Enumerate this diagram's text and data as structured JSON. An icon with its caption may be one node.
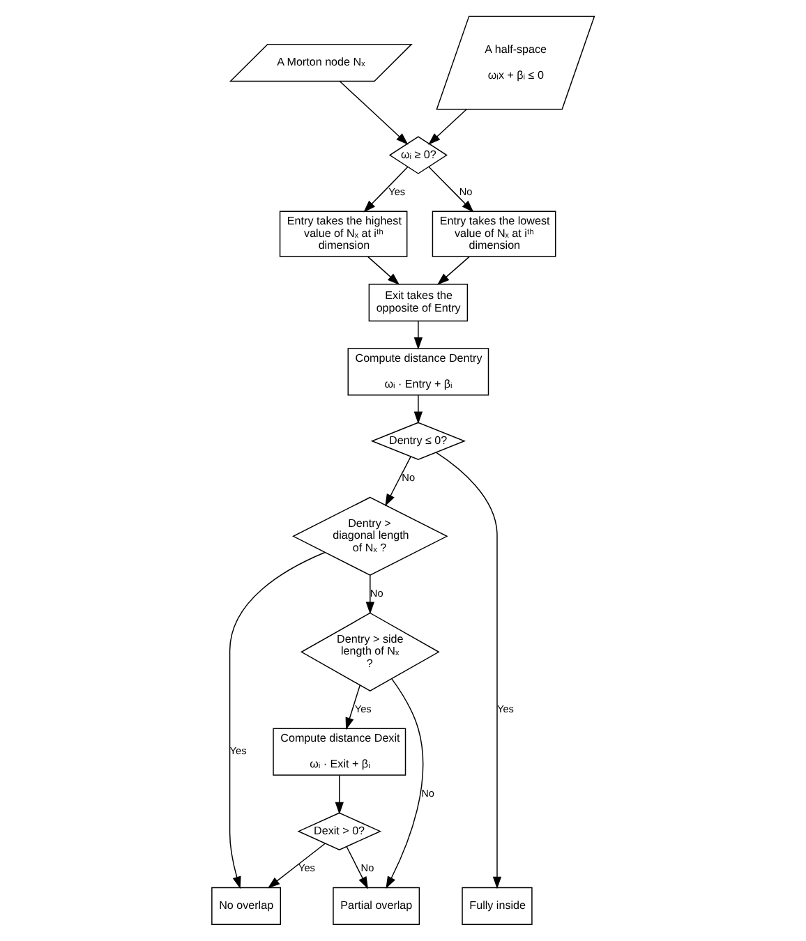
{
  "diagram": {
    "nodes": [
      {
        "text": [
          "A Morton node Nₓ"
        ]
      },
      {
        "text": [
          "A half-space",
          "ωᵢx + βᵢ ≤ 0"
        ]
      },
      {
        "text": [
          "ωᵢ ≥ 0?"
        ]
      },
      {
        "text": [
          "Entry takes the highest value of Nₓ at iᵗʰ dimension"
        ]
      },
      {
        "text": [
          "Entry takes the lowest value of Nₓ at iᵗʰ dimension"
        ]
      },
      {
        "text": [
          "Exit takes the opposite of Entry"
        ]
      },
      {
        "text": [
          "Compute distance Dentry",
          "ωᵢ · Entry + βᵢ"
        ]
      },
      {
        "text": [
          "Dentry ≤ 0?"
        ]
      },
      {
        "text": [
          "Dentry > diagonal length of Nₓ ?"
        ]
      },
      {
        "text": [
          "Dentry > side length of Nₓ ?"
        ]
      },
      {
        "text": [
          "Compute distance Dexit",
          "ωᵢ · Exit + βᵢ"
        ]
      },
      {
        "text": [
          "Dexit > 0?"
        ]
      },
      {
        "text": [
          "Fully inside"
        ]
      },
      {
        "text": [
          "No overlap"
        ]
      },
      {
        "text": [
          "Partial overlap"
        ]
      }
    ],
    "edges": [
      {
        "from": 0,
        "to": 2,
        "arrow": "to"
      },
      {
        "from": 1,
        "to": 2,
        "arrow": "to"
      },
      {
        "from": 2,
        "to": 3,
        "arrow": "to",
        "label": "Yes"
      },
      {
        "from": 2,
        "to": 4,
        "arrow": "to",
        "label": "No"
      },
      {
        "from": 3,
        "to": 5,
        "arrow": "to"
      },
      {
        "from": 4,
        "to": 5,
        "arrow": "to"
      },
      {
        "from": 5,
        "to": 6,
        "arrow": "to"
      },
      {
        "from": 6,
        "to": 7,
        "arrow": "to"
      },
      {
        "from": 7,
        "to": 12,
        "arrow": "to",
        "label": "Yes"
      },
      {
        "from": 7,
        "to": 8,
        "arrow": "to",
        "label": "No"
      },
      {
        "from": 8,
        "to": 13,
        "arrow": "to",
        "label": "Yes"
      },
      {
        "from": 8,
        "to": 9,
        "arrow": "to",
        "label": "No"
      },
      {
        "from": 9,
        "to": 10,
        "arrow": "to",
        "label": "Yes"
      },
      {
        "from": 9,
        "to": 14,
        "arrow": "to",
        "label": "No"
      },
      {
        "from": 10,
        "to": 11,
        "arrow": "to"
      },
      {
        "from": 11,
        "to": 13,
        "arrow": "to",
        "label": "Yes"
      },
      {
        "from": 11,
        "to": 14,
        "arrow": "to",
        "label": "No"
      }
    ]
  }
}
